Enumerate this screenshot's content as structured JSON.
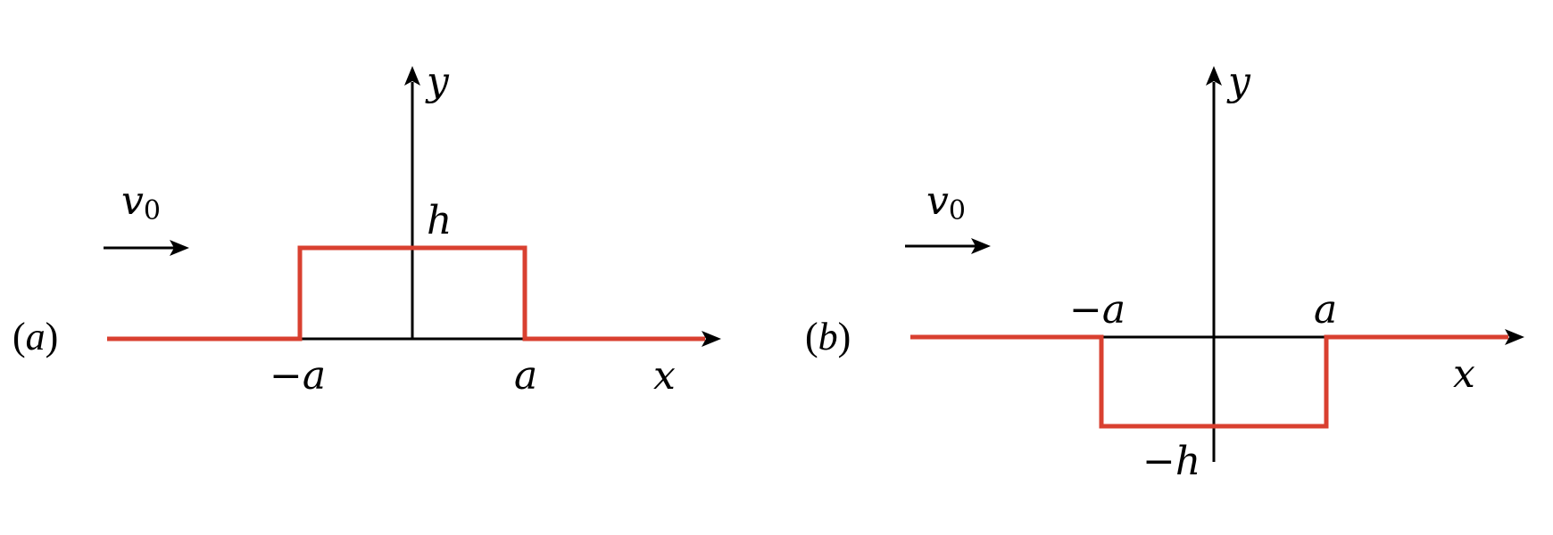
{
  "colors": {
    "profile": "#d94030",
    "axes": "#000000"
  },
  "panels": [
    {
      "id": "a",
      "tag": {
        "open": "(",
        "letter": "a",
        "close": ")"
      },
      "velocity": {
        "symbol": "v",
        "subscript": "0"
      },
      "axis_x_label": "x",
      "axis_y_label": "y",
      "left_edge_label": "−a",
      "right_edge_label": "a",
      "height_label": "h",
      "profile": {
        "edge": 1,
        "height": 1
      }
    },
    {
      "id": "b",
      "tag": {
        "open": "(",
        "letter": "b",
        "close": ")"
      },
      "velocity": {
        "symbol": "v",
        "subscript": "0"
      },
      "axis_x_label": "x",
      "axis_y_label": "y",
      "left_edge_label": "−a",
      "right_edge_label": "a",
      "height_label": "−h",
      "profile": {
        "edge": 1,
        "height": -1
      }
    }
  ]
}
